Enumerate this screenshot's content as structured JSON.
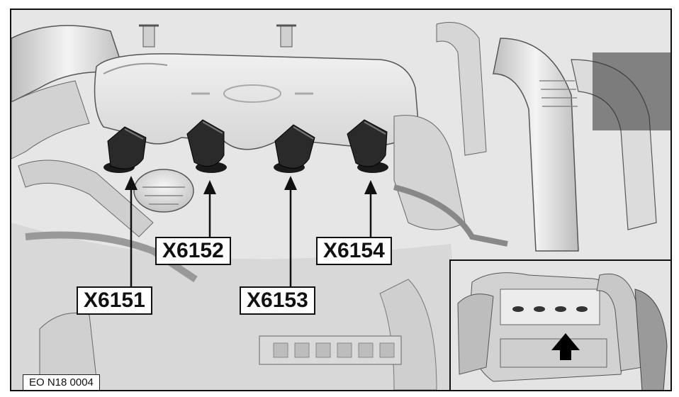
{
  "connectors": [
    {
      "label": "X6151"
    },
    {
      "label": "X6152"
    },
    {
      "label": "X6153"
    },
    {
      "label": "X6154"
    }
  ],
  "figure_code": "EO N18 0004",
  "colors": {
    "line": "#111111",
    "engine_light": "#e4e4e4",
    "engine_mid": "#c9c9c9",
    "connector": "#2a2a2a",
    "background": "#ffffff"
  },
  "icons": {
    "pointer": "arrow-up-icon",
    "inset_pointer": "thick-arrow-up-icon"
  }
}
